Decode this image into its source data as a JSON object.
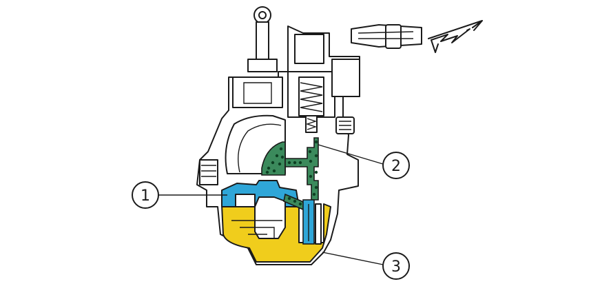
{
  "colors": {
    "fuel": "#f0cd1c",
    "air_chamber": "#2fa6d8",
    "emulsion": "#3b8a5c",
    "emulsion_dots": "#0d3f22",
    "outline": "#1a1a1a",
    "body": "#ffffff"
  },
  "icons": [
    "electric-signal-arrow-icon"
  ],
  "callouts": [
    {
      "id": "callout-1",
      "label": "1",
      "points_to": "float-bowl-air-chamber"
    },
    {
      "id": "callout-2",
      "label": "2",
      "points_to": "emulsion-channel"
    },
    {
      "id": "callout-3",
      "label": "3",
      "points_to": "fuel-float-bowl"
    }
  ]
}
